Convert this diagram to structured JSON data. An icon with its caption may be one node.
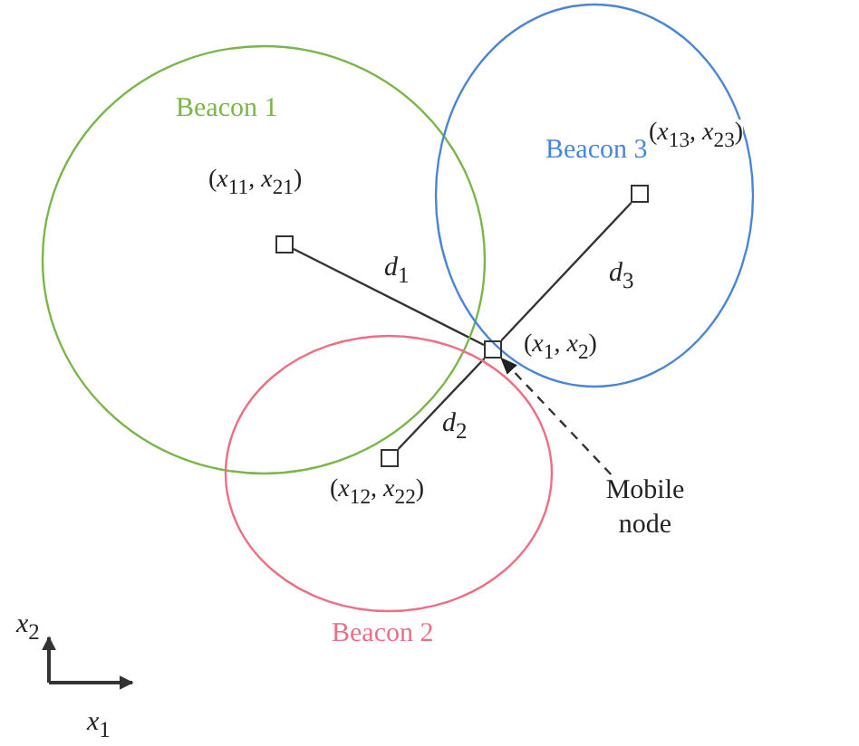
{
  "diagram": {
    "nodes": [
      {
        "text": [
          "Beacon 1"
        ]
      },
      {
        "text": [
          "Beacon 3"
        ]
      },
      {
        "text": [],
        "shape": "box",
        "in": 0,
        "beside": [
          "(*x*$_{11}$, *x*$_{21}$)"
        ]
      },
      {
        "text": [],
        "shape": "box",
        "in": 1,
        "beside": [
          "(*x*$_{13}$, *x*$_{23}$)"
        ]
      },
      {
        "text": [],
        "shape": "box",
        "beside": [
          "(*x*$_{1}$, *x*$_{2}$)"
        ]
      },
      {
        "text": [
          "Mobile node"
        ]
      },
      {
        "text": [
          "Beacon 2"
        ]
      },
      {
        "text": [],
        "shape": "box",
        "in": 6,
        "beside": [
          "(*x*$_{12}$, *x*$_{22}$)"
        ]
      }
    ],
    "edges": [
      {
        "from": 2,
        "to": 4,
        "arrow": "none",
        "label": "*d*$_{1}$"
      },
      {
        "from": 7,
        "to": 4,
        "arrow": "none",
        "label": "*d*$_{2}$"
      },
      {
        "from": 3,
        "to": 4,
        "arrow": "none",
        "label": "*d*$_{3}$"
      },
      {
        "from": 5,
        "to": 4,
        "arrow": "to",
        "style": "dashed"
      }
    ],
    "labels": [
      "*x*$_{2}$",
      "*x*$_{1}$"
    ]
  }
}
